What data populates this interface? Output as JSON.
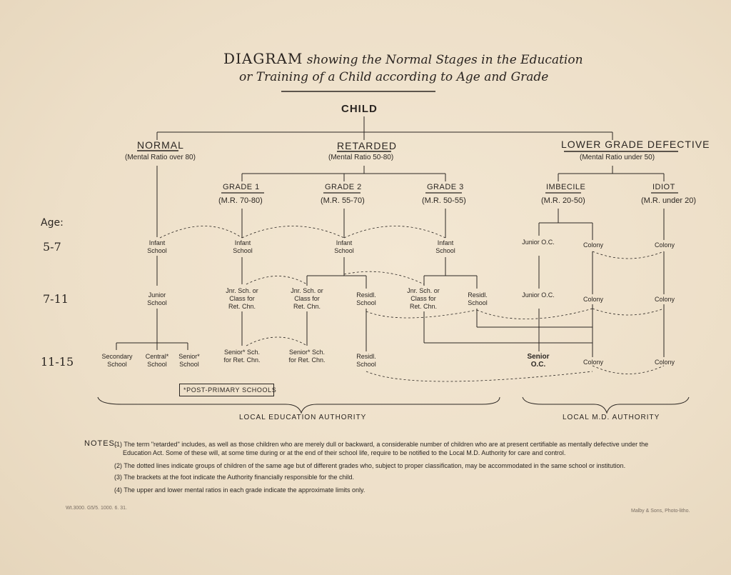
{
  "title": {
    "diagram_word": "DIAGRAM",
    "line1_rest": "showing the Normal Stages in the Education",
    "line2": "or Training of a Child according to Age and Grade"
  },
  "root": "CHILD",
  "categories": {
    "normal": {
      "label": "NORMAL",
      "ratio": "(Mental Ratio over 80)"
    },
    "retarded": {
      "label": "RETARDED",
      "ratio": "(Mental Ratio 50-80)"
    },
    "lower": {
      "label": "LOWER GRADE DEFECTIVE",
      "ratio": "(Mental Ratio under 50)"
    }
  },
  "grades": {
    "g1": {
      "label": "GRADE 1",
      "ratio": "(M.R. 70-80)"
    },
    "g2": {
      "label": "GRADE 2",
      "ratio": "(M.R. 55-70)"
    },
    "g3": {
      "label": "GRADE 3",
      "ratio": "(M.R. 50-55)"
    },
    "imbecile": {
      "label": "IMBECILE",
      "ratio": "(M.R. 20-50)"
    },
    "idiot": {
      "label": "IDIOT",
      "ratio": "(M.R. under 20)"
    }
  },
  "ages": {
    "heading": "Age:",
    "a1": "5-7",
    "a2": "7-11",
    "a3": "11-15"
  },
  "nodes": {
    "infant": "Infant School",
    "junior": "Junior School",
    "jnr_sch_ret": "Jnr. Sch. or Class for Ret. Chn.",
    "jnr_sch_ret_abbr": "Jnr. Sch. or Class for Ret. Chn.",
    "residl_school": "Residl. School",
    "junior_oc": "Junior O.C.",
    "colony": "Colony",
    "secondary": "Secondary School",
    "central": "Central* School",
    "senior": "Senior* School",
    "senior_sch_ret": "Senior* Sch. for Ret. Chn.",
    "senior_oc": "Senior O.C."
  },
  "post_primary": "*POST-PRIMARY SCHOOLS",
  "authorities": {
    "lea": "LOCAL EDUCATION AUTHORITY",
    "lmd": "LOCAL M.D. AUTHORITY"
  },
  "notes": {
    "heading": "NOTES:",
    "n1": "(1) The term \"retarded\" includes, as well as those children who are merely dull or backward, a considerable number of children who are at present certifiable as mentally defective under the",
    "n1b": "Education Act. Some of these will, at some time during or at the end of their school life, require to be notified to the Local M.D. Authority for care and control.",
    "n2": "(2) The dotted lines indicate groups of children of the same age but of different grades who, subject to proper classification, may be accommodated in the same school or institution.",
    "n3": "(3) The brackets at the foot indicate the Authority financially responsible for the child.",
    "n4": "(4) The upper and lower mental ratios in each grade indicate the approximate limits only."
  },
  "footer": {
    "left": "Wt.3000. G5/5. 1000. 6. 31.",
    "right": "Malby & Sons, Photo-litho."
  }
}
